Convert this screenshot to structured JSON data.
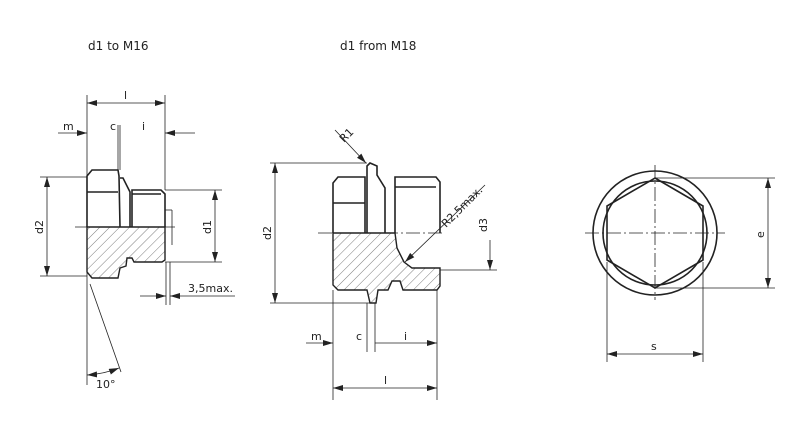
{
  "views": {
    "small": {
      "title": "d1 to M16",
      "labels": {
        "l": "l",
        "m": "m",
        "c": "c",
        "i": "i",
        "d2": "d2",
        "d1": "d1",
        "groove": "3,5max.",
        "angle": "10°"
      }
    },
    "large": {
      "title": "d1 from M18",
      "labels": {
        "r1": "R1",
        "r25": "R2,5max.",
        "d2": "d2",
        "d3": "d3",
        "m": "m",
        "c": "c",
        "i": "i",
        "l": "l"
      }
    },
    "end": {
      "labels": {
        "e": "e",
        "s": "s"
      }
    }
  },
  "colors": {
    "line": "#222222",
    "background": "#ffffff"
  }
}
